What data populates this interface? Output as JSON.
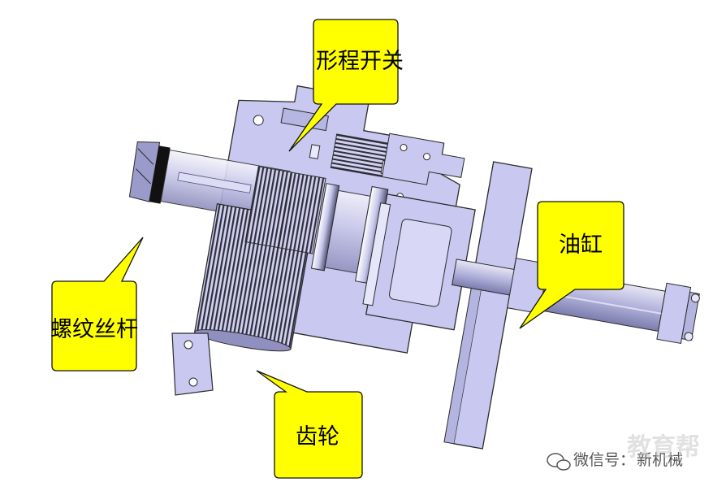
{
  "labels": {
    "stroke_switch": "形程开关",
    "hydraulic_cylinder": "油缸",
    "threaded_screw": "螺纹丝杆",
    "gear": "齿轮"
  },
  "watermark": {
    "wechat_text": "微信号：",
    "account_text": "新机械",
    "logo_text": "教育帮"
  },
  "colors": {
    "callout_fill": "#ffff00",
    "part_fill": "#c8c8f0",
    "outline": "#2a2a2a",
    "background": "#ffffff"
  }
}
